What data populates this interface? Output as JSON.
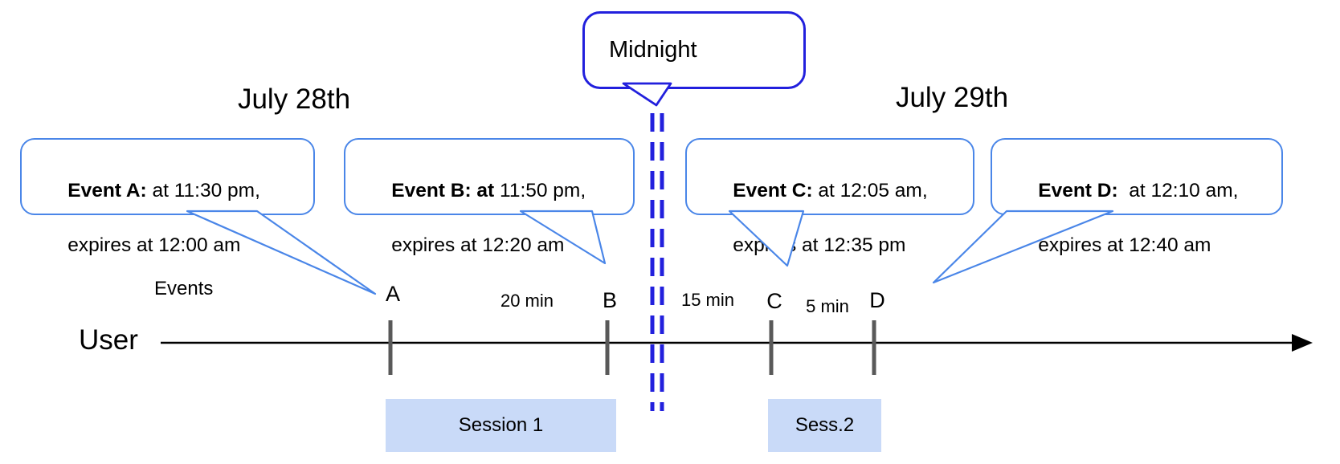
{
  "titles": {
    "left_day": "July 28th",
    "right_day": "July 29th"
  },
  "midnight": {
    "label": "Midnight"
  },
  "events": [
    {
      "id": "A",
      "tick_label": "A",
      "bold": "Event A:",
      "rest": " at 11:30 pm,",
      "line2": "expires at 12:00 am"
    },
    {
      "id": "B",
      "tick_label": "B",
      "bold": "Event B: at",
      "rest": " 11:50 pm,",
      "line2": "expires at 12:20 am"
    },
    {
      "id": "C",
      "tick_label": "C",
      "bold": "Event C:",
      "rest": " at 12:05 am,",
      "line2": "expires at 12:35 pm"
    },
    {
      "id": "D",
      "tick_label": "D",
      "bold": "Event D:",
      "rest": "  at 12:10 am,",
      "line2": "expires at 12:40 am"
    }
  ],
  "axis": {
    "events_label": "Events",
    "user_label": "User"
  },
  "gaps": [
    {
      "label": "20 min"
    },
    {
      "label": "15 min"
    },
    {
      "label": "5 min"
    }
  ],
  "sessions": [
    {
      "label": "Session 1"
    },
    {
      "label": "Sess.2"
    }
  ],
  "colors": {
    "bubble_border": "#4a86e8",
    "midnight_blue": "#2220dd",
    "session_fill": "#c9daf8",
    "tick_gray": "#595959",
    "text_black": "#000000"
  }
}
